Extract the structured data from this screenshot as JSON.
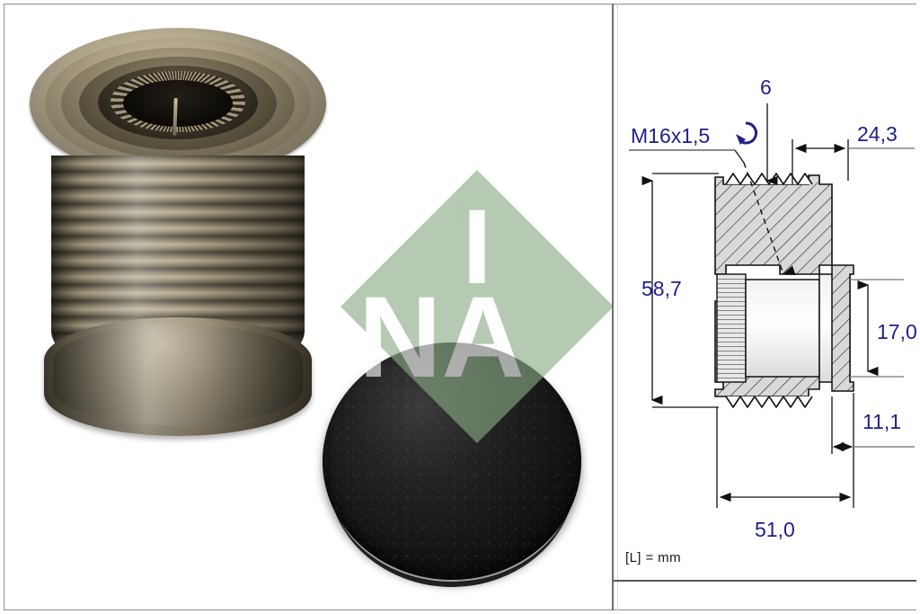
{
  "product": {
    "name": "INA alternator freewheel pulley",
    "brand": "INA",
    "brand_color": "#7da07a",
    "photo_alt": "Metal V-ribbed alternator pulley with separate black plastic cap"
  },
  "watermark": {
    "text": "INA",
    "shape": "diamond",
    "color": "#8aab86"
  },
  "drawing": {
    "title": "Sectional dimension drawing",
    "line_color": "#1a1a6e",
    "dimension_text_color": "#1f1f8c",
    "geometry_color": "#111111",
    "rib_count": 6,
    "unit_note": "[L] = mm",
    "callouts": [
      {
        "id": "thread",
        "label": "M16x1,5",
        "symbol": "left-hand-thread-arrow",
        "type": "leader"
      },
      {
        "id": "ribs",
        "label": "6",
        "type": "leader"
      },
      {
        "id": "rib-width",
        "label": "24,3",
        "type": "horizontal-dimension"
      },
      {
        "id": "outer-dia",
        "label": "58,7",
        "type": "vertical-dimension"
      },
      {
        "id": "bore-dia",
        "label": "17,0",
        "type": "vertical-dimension"
      },
      {
        "id": "hub-width",
        "label": "11,1",
        "type": "horizontal-dimension"
      },
      {
        "id": "total-width",
        "label": "51,0",
        "type": "horizontal-dimension"
      }
    ]
  }
}
